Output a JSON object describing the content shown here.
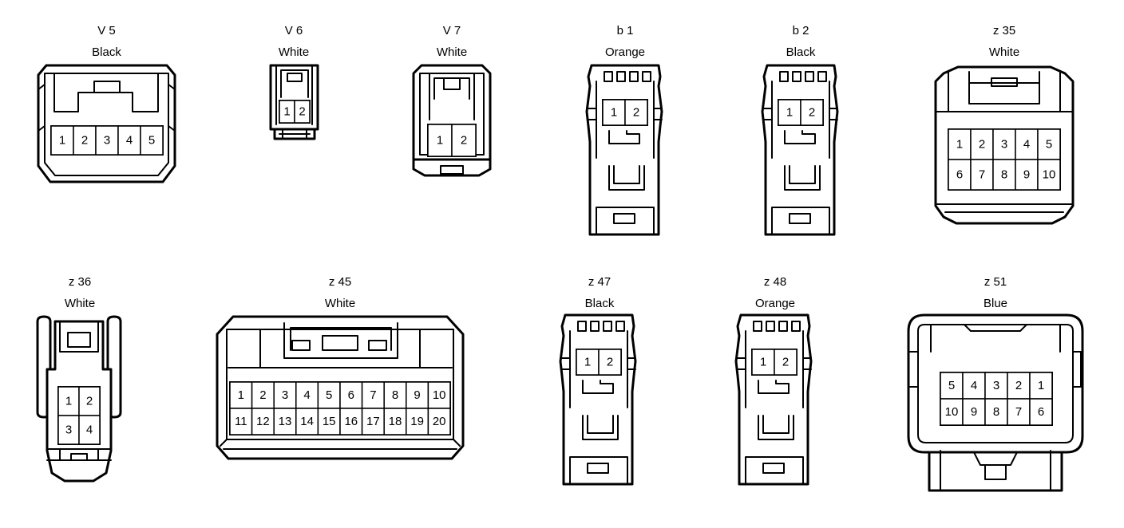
{
  "connectors": [
    {
      "id": "v5",
      "code": "V 5",
      "color": "Black",
      "pins": [
        "1",
        "2",
        "3",
        "4",
        "5"
      ]
    },
    {
      "id": "v6",
      "code": "V 6",
      "color": "White",
      "pins": [
        "1",
        "2"
      ]
    },
    {
      "id": "v7",
      "code": "V 7",
      "color": "White",
      "pins": [
        "1",
        "2"
      ]
    },
    {
      "id": "b1",
      "code": "b 1",
      "color": "Orange",
      "pins": [
        "1",
        "2"
      ]
    },
    {
      "id": "b2",
      "code": "b 2",
      "color": "Black",
      "pins": [
        "1",
        "2"
      ]
    },
    {
      "id": "z35",
      "code": "z 35",
      "color": "White",
      "pins": [
        "1",
        "2",
        "3",
        "4",
        "5",
        "6",
        "7",
        "8",
        "9",
        "10"
      ]
    },
    {
      "id": "z36",
      "code": "z 36",
      "color": "White",
      "pins": [
        "1",
        "2",
        "3",
        "4"
      ]
    },
    {
      "id": "z45",
      "code": "z 45",
      "color": "White",
      "pins": [
        "1",
        "2",
        "3",
        "4",
        "5",
        "6",
        "7",
        "8",
        "9",
        "10",
        "11",
        "12",
        "13",
        "14",
        "15",
        "16",
        "17",
        "18",
        "19",
        "20"
      ]
    },
    {
      "id": "z47",
      "code": "z 47",
      "color": "Black",
      "pins": [
        "1",
        "2"
      ]
    },
    {
      "id": "z48",
      "code": "z 48",
      "color": "Orange",
      "pins": [
        "1",
        "2"
      ]
    },
    {
      "id": "z51",
      "code": "z 51",
      "color": "Blue",
      "pins": [
        "5",
        "4",
        "3",
        "2",
        "1",
        "10",
        "9",
        "8",
        "7",
        "6"
      ]
    }
  ]
}
